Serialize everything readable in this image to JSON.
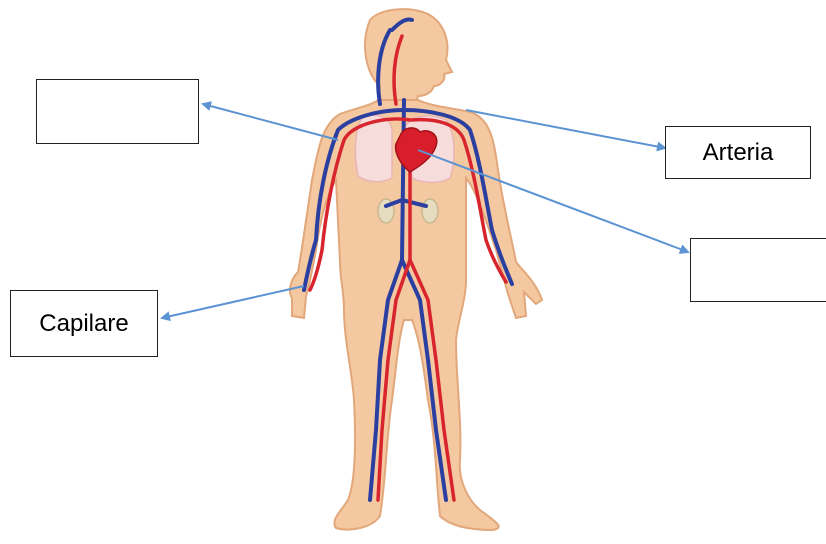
{
  "labels": {
    "top_left": "",
    "arteria": "Arteria",
    "right": "",
    "capilare": "Capilare"
  },
  "colors": {
    "skin": "#f4c8a0",
    "skin_outline": "#e2a77a",
    "artery": "#d8242c",
    "vein": "#2b3fa0",
    "lung": "#f7dcdc",
    "heart": "#d81e2a",
    "kidney": "#e6dcc0",
    "arrow": "#5b93d3"
  },
  "icons": [
    "human-body-figure",
    "heart-icon",
    "lungs-icon",
    "kidneys-icon"
  ]
}
